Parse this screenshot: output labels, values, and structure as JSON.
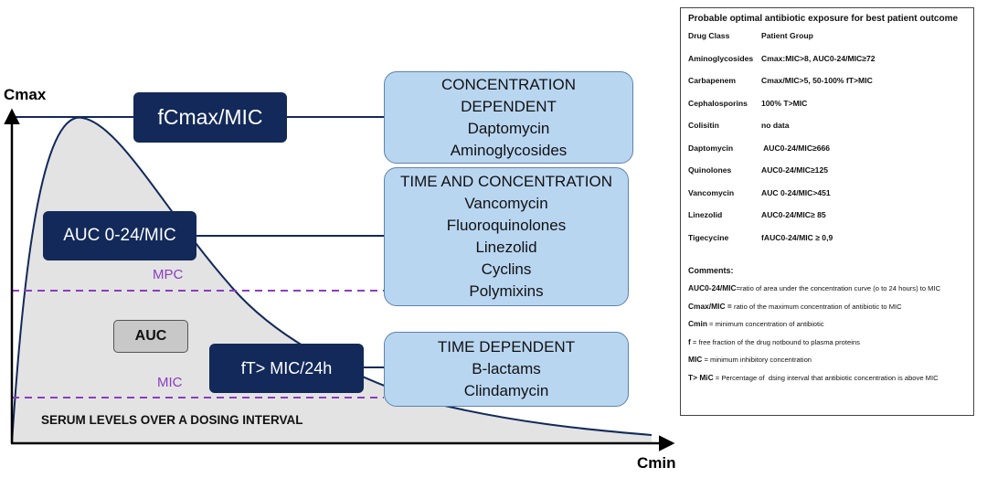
{
  "diagram": {
    "y_axis_label": "Cmax",
    "x_axis_label": "Cmin",
    "caption": "SERUM LEVELS OVER A DOSING INTERVAL",
    "mpc_label": "MPC",
    "mic_label": "MIC",
    "auc_label": "AUC",
    "parameters": {
      "fcmax": "fCmax/MIC",
      "auc024": "AUC 0-24/MIC",
      "ftmic": "fT> MIC/24h"
    },
    "groups": {
      "concentration": [
        "CONCENTRATION",
        "DEPENDENT",
        "Daptomycin",
        "Aminoglycosides"
      ],
      "time_concentration": [
        "TIME AND CONCENTRATION",
        "Vancomycin",
        "Fluoroquinolones",
        "Linezolid",
        "Cyclins",
        "Polymixins"
      ],
      "time": [
        "TIME DEPENDENT",
        "B-lactams",
        "Clindamycin"
      ]
    },
    "colors": {
      "navy": "#12295a",
      "light_blue": "#b9d6f1",
      "purple": "#8b3dc0",
      "curve_fill": "#e3e3e3"
    }
  },
  "table": {
    "title": "Probable optimal antibiotic exposure for best patient outcome",
    "header": [
      "Drug Class",
      "Patient Group"
    ],
    "rows": [
      [
        "Aminoglycosides",
        "Cmax:MIC>8, AUC0-24/MIC≥72"
      ],
      [
        "Carbapenem",
        "Cmax/MIC>5, 50-100% fT>MIC"
      ],
      [
        "Cephalosporins",
        "100% T>MIC"
      ],
      [
        "Colisitin",
        "no data"
      ],
      [
        "Daptomycin",
        " AUC0-24/MIC≥666"
      ],
      [
        "Quinolones",
        "AUC0-24/MIC≥125"
      ],
      [
        "Vancomycin",
        "AUC 0-24/MIC>451"
      ],
      [
        "Linezolid",
        "AUC0-24/MIC≥ 85"
      ],
      [
        "Tigecycine",
        "fAUC0-24/MIC ≥ 0,9"
      ]
    ],
    "comments_title": "Comments:",
    "comments": [
      {
        "term": "AUC0-24/MIC",
        "text": "=ratio of area under the concentration curve (o to 24 hours) to MIC"
      },
      {
        "term": "Cmax/MIC = ",
        "text": "ratio of the maximum concentration of antibiotic to MIC"
      },
      {
        "term": "Cmin",
        "text": " = minimum concentration of antibiotic"
      },
      {
        "term": "f",
        "text": " = free fraction of the drug notbound to plasma proteins"
      },
      {
        "term": "MIC",
        "text": " = minimum inhibitory concentration"
      },
      {
        "term": "T> MiC",
        "text": " = Percentage of  dsing interval that antibiotic concentration is above MIC"
      }
    ]
  }
}
